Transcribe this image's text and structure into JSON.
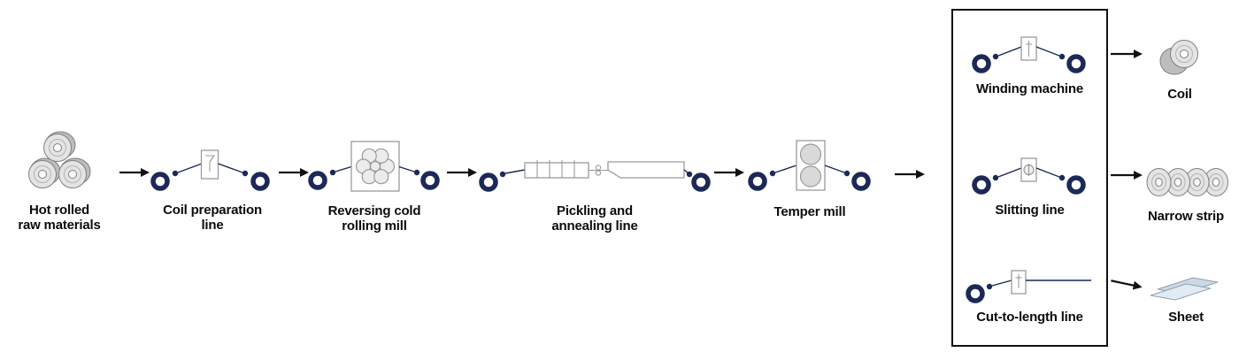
{
  "flow": {
    "stages": [
      {
        "name": "hot-rolled-raw-materials",
        "icon": "stacked-coils-icon",
        "label": "Hot rolled\nraw materials"
      },
      {
        "name": "coil-preparation-line",
        "icon": "coil-preparation-line-icon",
        "label": "Coil preparation\nline"
      },
      {
        "name": "reversing-cold-rolling-mill",
        "icon": "cluster-mill-icon",
        "label": "Reversing cold\nrolling mill"
      },
      {
        "name": "pickling-and-annealing-line",
        "icon": "tanks-line-icon",
        "label": "Pickling and\nannealing line"
      },
      {
        "name": "temper-mill",
        "icon": "two-roll-mill-icon",
        "label": "Temper mill"
      }
    ],
    "finishing": {
      "lines": [
        {
          "name": "winding-machine",
          "icon": "winding-machine-icon",
          "label": "Winding machine",
          "product": {
            "name": "coil",
            "icon": "coil-icon",
            "label": "Coil"
          }
        },
        {
          "name": "slitting-line",
          "icon": "slitting-line-icon",
          "label": "Slitting line",
          "product": {
            "name": "narrow-strip",
            "icon": "narrow-strip-coils-icon",
            "label": "Narrow strip"
          }
        },
        {
          "name": "cut-to-length-line",
          "icon": "cut-to-length-line-icon",
          "label": "Cut-to-length line",
          "product": {
            "name": "sheet",
            "icon": "sheet-icon",
            "label": "Sheet"
          }
        }
      ]
    },
    "colors": {
      "coil_navy": "#1c2957",
      "machine_gray": "#9a9a9a",
      "arrow_black": "#111111",
      "box_border": "#101010",
      "product_gray": "#e4e4e4",
      "sheet_blue_gray": "#e3ebf2"
    }
  }
}
